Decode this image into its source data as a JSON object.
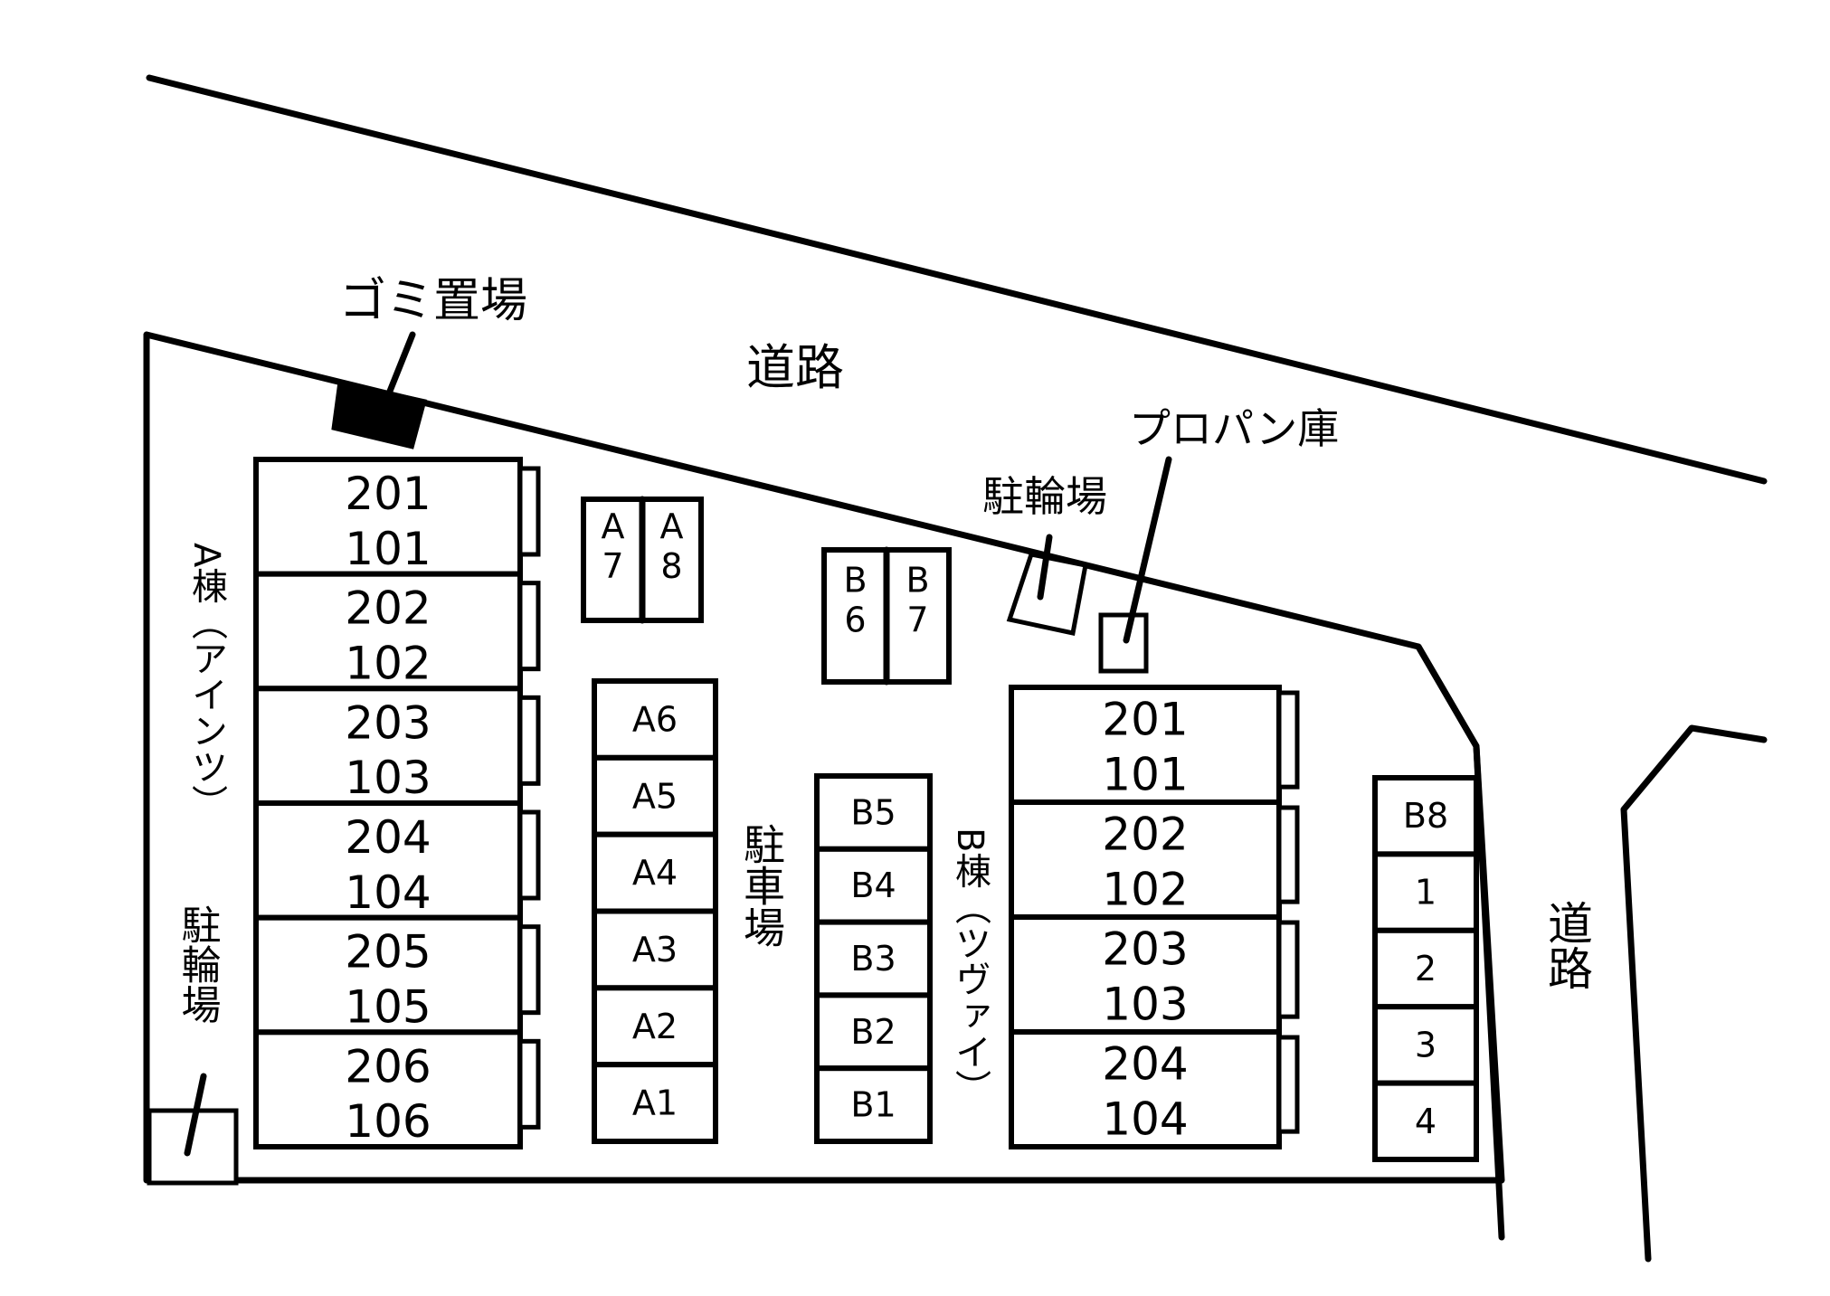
{
  "labels": {
    "road_top": "道路",
    "road_right": "道路",
    "garbage": "ゴミ置場",
    "propane": "プロパン庫",
    "bike_parking_top": "駐輪場",
    "bike_parking_left": "駐輪場",
    "parking_lot": "駐車場",
    "building_a": "A棟（アインツ）",
    "building_b": "B棟（ツヴァイ）"
  },
  "building_a_units": [
    {
      "upper": "201",
      "lower": "101"
    },
    {
      "upper": "202",
      "lower": "102"
    },
    {
      "upper": "203",
      "lower": "103"
    },
    {
      "upper": "204",
      "lower": "104"
    },
    {
      "upper": "205",
      "lower": "105"
    },
    {
      "upper": "206",
      "lower": "106"
    }
  ],
  "building_b_units": [
    {
      "upper": "201",
      "lower": "101"
    },
    {
      "upper": "202",
      "lower": "102"
    },
    {
      "upper": "203",
      "lower": "103"
    },
    {
      "upper": "204",
      "lower": "104"
    }
  ],
  "parking": {
    "a_top": [
      "A7",
      "A8"
    ],
    "b_top": [
      "B6",
      "B7"
    ],
    "a_column": [
      "A6",
      "A5",
      "A4",
      "A3",
      "A2",
      "A1"
    ],
    "b_column": [
      "B5",
      "B4",
      "B3",
      "B2",
      "B1"
    ],
    "right_column": [
      "B8",
      "1",
      "2",
      "3",
      "4"
    ]
  }
}
